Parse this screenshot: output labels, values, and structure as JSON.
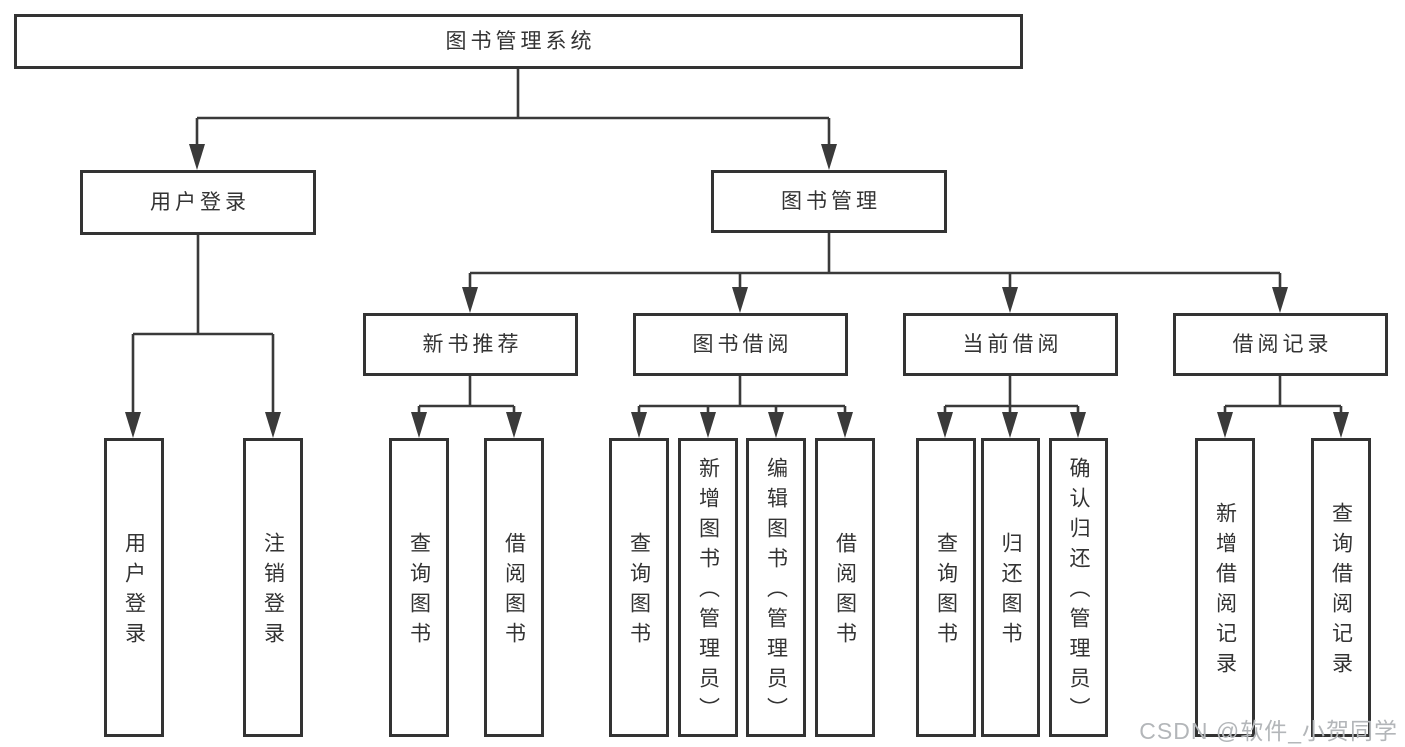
{
  "diagram": {
    "title_node": "图书管理系统",
    "nodes": {
      "root": "图书管理系统",
      "user_login": "用户登录",
      "book_mgmt": "图书管理",
      "new_book_rec": "新书推荐",
      "book_borrow": "图书借阅",
      "current_borrow": "当前借阅",
      "borrow_records": "借阅记录",
      "ul_login": "用户登录",
      "ul_logout": "注销登录",
      "nb_query_book": "查询图书",
      "nb_borrow_book": "借阅图书",
      "bb_query_book": "查询图书",
      "bb_add_book": "新增图书（管理员）",
      "bb_edit_book": "编辑图书（管理员）",
      "bb_borrow_book": "借阅图书",
      "cb_query_book": "查询图书",
      "cb_return_book": "归还图书",
      "cb_confirm_return": "确认归还（管理员）",
      "br_add_record": "新增借阅记录",
      "br_query_record": "查询借阅记录"
    },
    "hierarchy_note": {
      "root_children": [
        "用户登录",
        "图书管理"
      ],
      "user_login_children": [
        "用户登录",
        "注销登录"
      ],
      "book_mgmt_children": [
        "新书推荐",
        "图书借阅",
        "当前借阅",
        "借阅记录"
      ],
      "new_book_rec_children": [
        "查询图书",
        "借阅图书"
      ],
      "book_borrow_children": [
        "查询图书",
        "新增图书（管理员）",
        "编辑图书（管理员）",
        "借阅图书"
      ],
      "current_borrow_children": [
        "查询图书",
        "归还图书",
        "确认归还（管理员）"
      ],
      "borrow_records_children": [
        "新增借阅记录",
        "查询借阅记录"
      ]
    },
    "watermark": "CSDN @软件_小贺同学"
  },
  "colors": {
    "background": "#ffffff",
    "border": "#333333",
    "line": "#3a3a3a",
    "text": "#333333",
    "watermark": "#b3b6b9"
  }
}
